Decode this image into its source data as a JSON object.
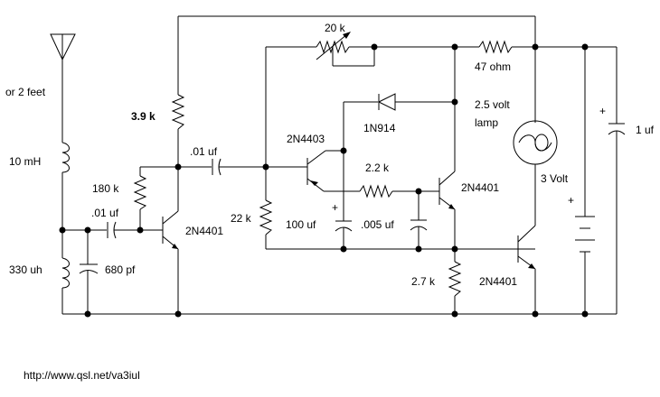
{
  "labels": {
    "or_2_feet": "or 2 feet",
    "l1": "10 mH",
    "l2": "330 uh",
    "r_39k": "3.9 k",
    "r_180k": "180 k",
    "c_01_a": ".01 uf",
    "c_01_b": ".01 uf",
    "q1": "2N4401",
    "c_680": "680 pf",
    "r_22k": "22 k",
    "q2": "2N4403",
    "c_100": "100 uf",
    "c_005": ".005 uf",
    "r_22": "2.2 k",
    "q3": "2N4401",
    "d1": "1N914",
    "pot": "20 k",
    "r_47": "47 ohm",
    "lamp_v": "2.5 volt",
    "lamp": "lamp",
    "r_27": "2.7 k",
    "q4": "2N4401",
    "batt": "3 Volt",
    "c_1": "1 uf",
    "plus_c100": "+",
    "plus_batt": "+",
    "plus_c1": "+",
    "url": "http://www.qsl.net/va3iul"
  }
}
